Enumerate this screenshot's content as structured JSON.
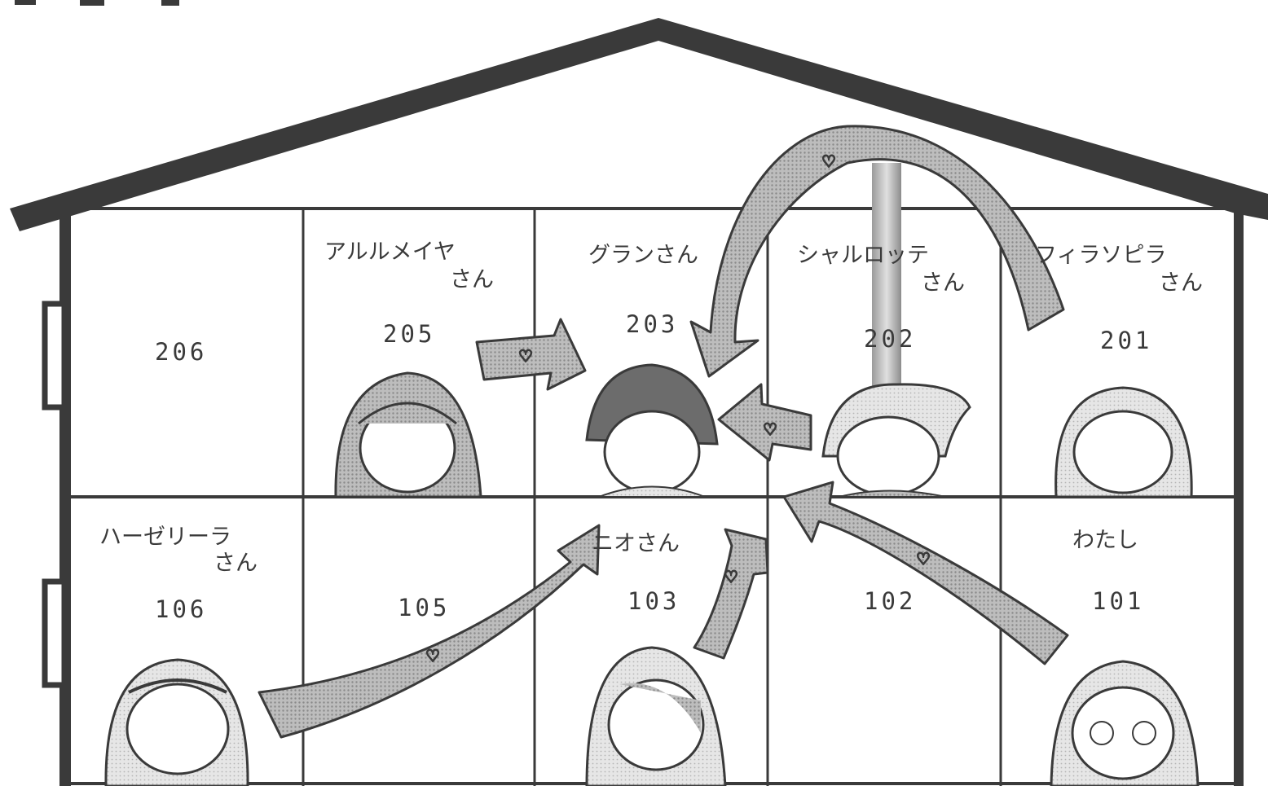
{
  "rooms": {
    "r206": {
      "number": "206",
      "resident": ""
    },
    "r205": {
      "number": "205",
      "resident_line1": "アルルメイヤ",
      "resident_line2": "さん"
    },
    "r203": {
      "number": "203",
      "resident": "グランさん"
    },
    "r202": {
      "number": "202",
      "resident_line1": "シャルロッテ",
      "resident_line2": "さん"
    },
    "r201": {
      "number": "201",
      "resident_line1": "フィラソピラ",
      "resident_line2": "さん"
    },
    "r106": {
      "number": "106",
      "resident_line1": "ハーゼリーラ",
      "resident_line2": "さん"
    },
    "r105": {
      "number": "105",
      "resident": ""
    },
    "r103": {
      "number": "103",
      "resident": "ニオさん"
    },
    "r102": {
      "number": "102",
      "resident": ""
    },
    "r101": {
      "number": "101",
      "resident": "わたし"
    }
  },
  "affection_arrows": [
    {
      "from": "205",
      "to": "203",
      "symbol": "♡"
    },
    {
      "from": "201",
      "to": "203",
      "symbol": "♡"
    },
    {
      "from": "202",
      "to": "203",
      "symbol": "♡"
    },
    {
      "from": "106",
      "to": "103",
      "symbol": "♡"
    },
    {
      "from": "103",
      "to": "103",
      "symbol": "♡"
    },
    {
      "from": "101",
      "to": "203",
      "symbol": "♡"
    }
  ],
  "colors": {
    "ink": "#3a3a3a",
    "arrow_fill": "#a8a8a8",
    "screentone": "#c4c4c4"
  }
}
